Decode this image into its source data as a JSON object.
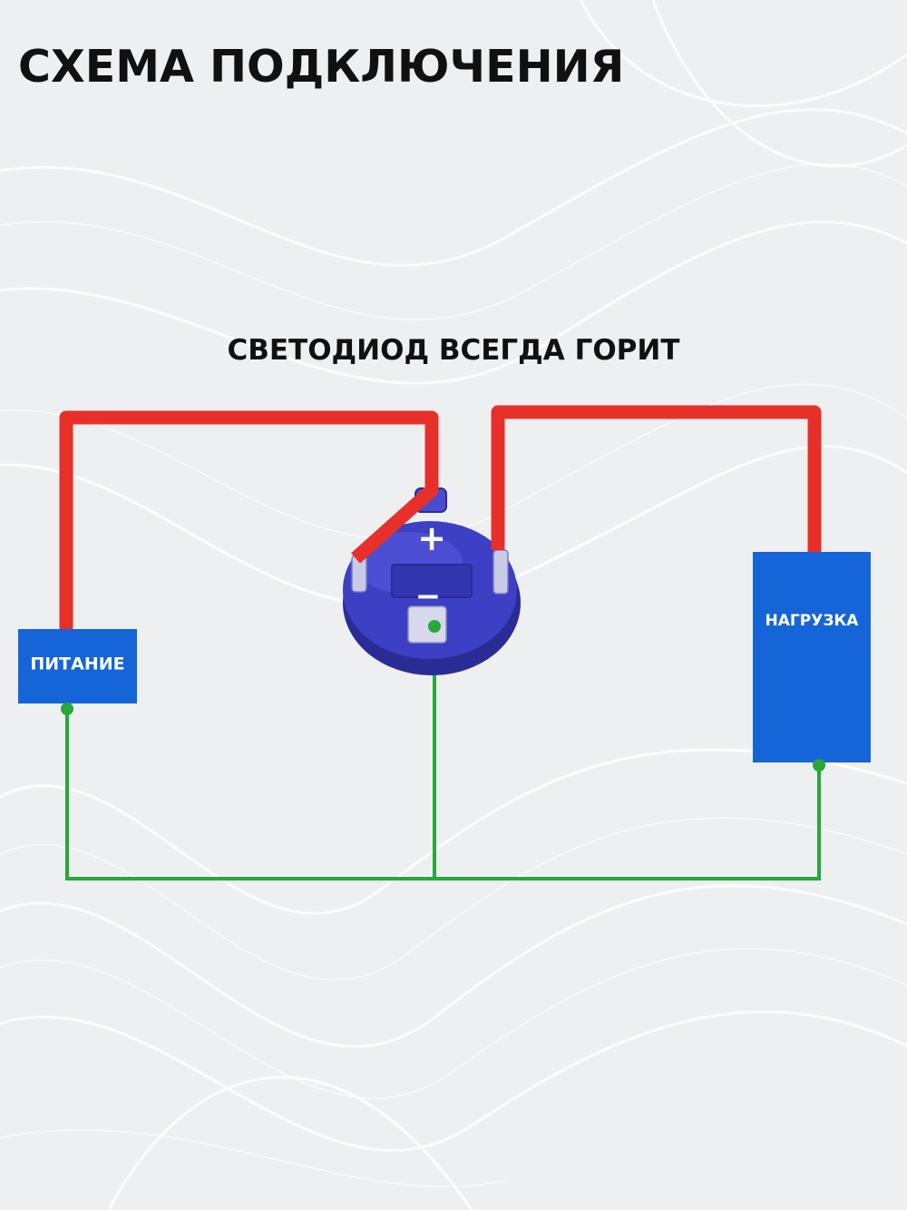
{
  "title": "СХЕМА ПОДКЛЮЧЕНИЯ",
  "subtitle": "СВЕТОДИОД ВСЕГДА ГОРИТ",
  "blocks": {
    "power": {
      "label": "ПИТАНИЕ"
    },
    "load": {
      "label": "НАГРУЗКА"
    }
  },
  "switch": {
    "plus_sign": "+",
    "minus_sign": "−"
  },
  "colors": {
    "positive_wire": "#e8302b",
    "negative_wire": "#27a83a",
    "block_fill": "#1565d8",
    "switch_body": "#3d3fc4",
    "background": "#eeeff1",
    "text": "#111111"
  }
}
